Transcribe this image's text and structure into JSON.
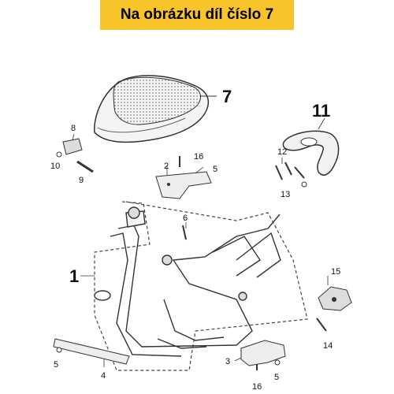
{
  "header": {
    "title": "Na obrázku díl číslo 7"
  },
  "callouts": {
    "c1": "1",
    "c2": "2",
    "c3": "3",
    "c4": "4",
    "c5a": "5",
    "c5b": "5",
    "c5c": "5",
    "c6": "6",
    "c7": "7",
    "c8": "8",
    "c9": "9",
    "c10": "10",
    "c11": "11",
    "c12": "12",
    "c13": "13",
    "c14": "14",
    "c15": "15",
    "c16a": "16",
    "c16b": "16"
  },
  "colors": {
    "banner": "#f7c52a",
    "line": "#333333",
    "seat_top": "#8a8a8a"
  }
}
